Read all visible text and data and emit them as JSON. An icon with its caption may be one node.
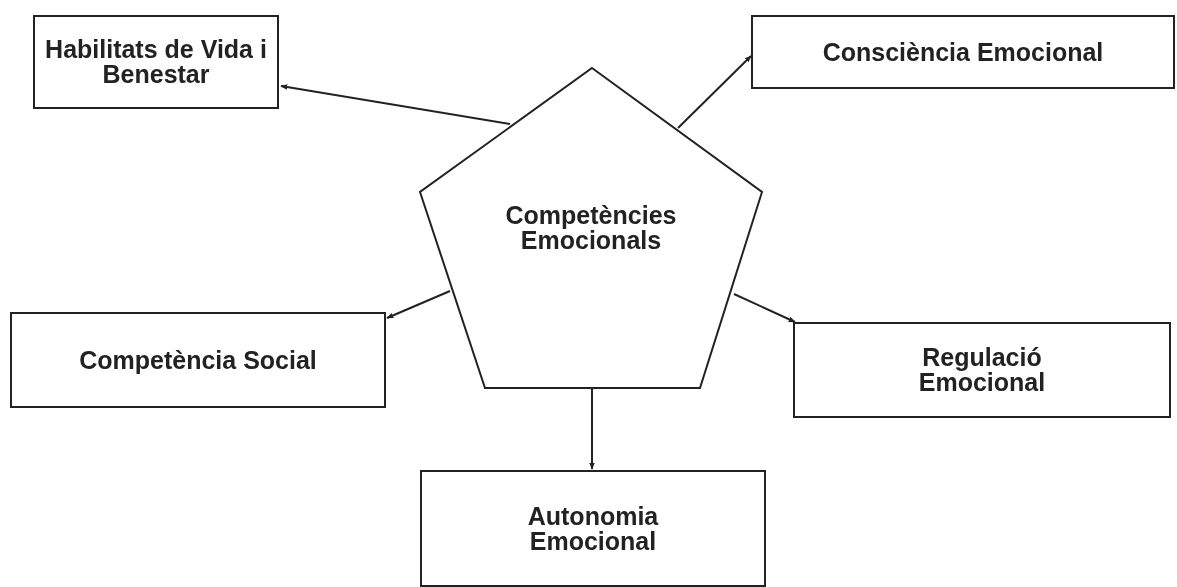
{
  "diagram": {
    "nodes": [
      {
        "text": [
          "Competències Emocionals"
        ]
      },
      {
        "text": [
          "Habilitats de Vida i Benestar"
        ]
      },
      {
        "text": [
          "Consciència Emocional"
        ]
      },
      {
        "text": [
          "Competència Social"
        ]
      },
      {
        "text": [
          "Regulació Emocional"
        ]
      },
      {
        "text": [
          "Autonomia Emocional"
        ]
      }
    ],
    "edges": [
      {
        "from": 0,
        "to": 1,
        "arrow": "to"
      },
      {
        "from": 0,
        "to": 2,
        "arrow": "to"
      },
      {
        "from": 0,
        "to": 3,
        "arrow": "to"
      },
      {
        "from": 0,
        "to": 4,
        "arrow": "to"
      },
      {
        "from": 0,
        "to": 5,
        "arrow": "to"
      }
    ]
  }
}
